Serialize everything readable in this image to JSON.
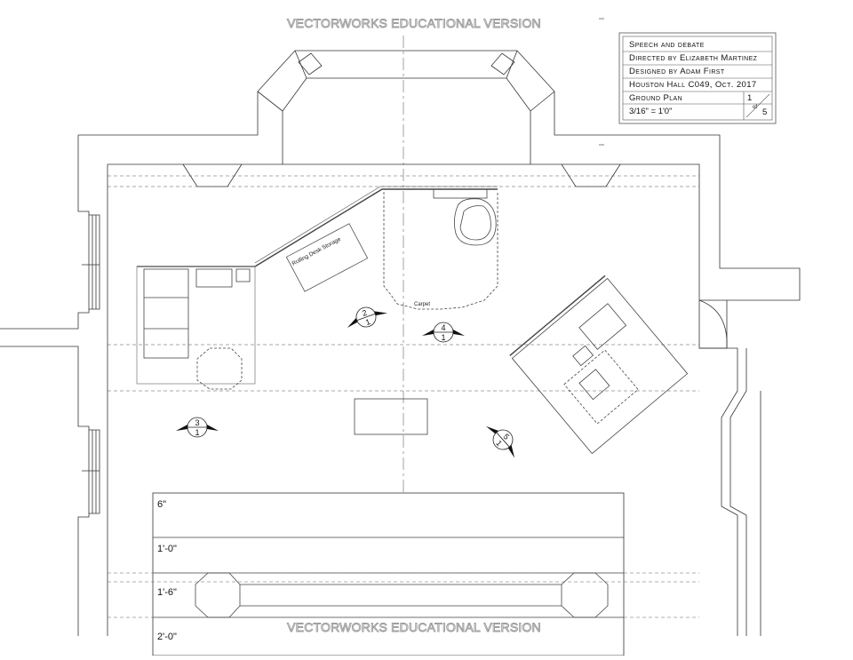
{
  "watermark": {
    "text": "VECTORWORKS EDUCATIONAL VERSION"
  },
  "title_block": {
    "production": "Speech and debate",
    "director": "Directed by Elizabeth Martinez",
    "designer": "Designed by Adam First",
    "venue_date": "Houston Hall C049, Oct. 2017",
    "drawing_title": "Ground Plan",
    "scale": "3/16\" = 1'0\"",
    "sheet_number": "1",
    "sheet_of": "of",
    "sheet_total": "5"
  },
  "labels": {
    "rolling_desk_storage": "Rolling Desk Storage",
    "carpet": "Carpet"
  },
  "section_markers": [
    {
      "top": "2",
      "bottom": "1"
    },
    {
      "top": "4",
      "bottom": "1"
    },
    {
      "top": "3",
      "bottom": "1"
    },
    {
      "top": "5",
      "bottom": "1"
    }
  ],
  "risers": [
    "6\"",
    "1'-0\"",
    "1'-6\"",
    "2'-0\""
  ],
  "colors": {
    "line": "#333333",
    "watermark": "#9a9a9a"
  }
}
